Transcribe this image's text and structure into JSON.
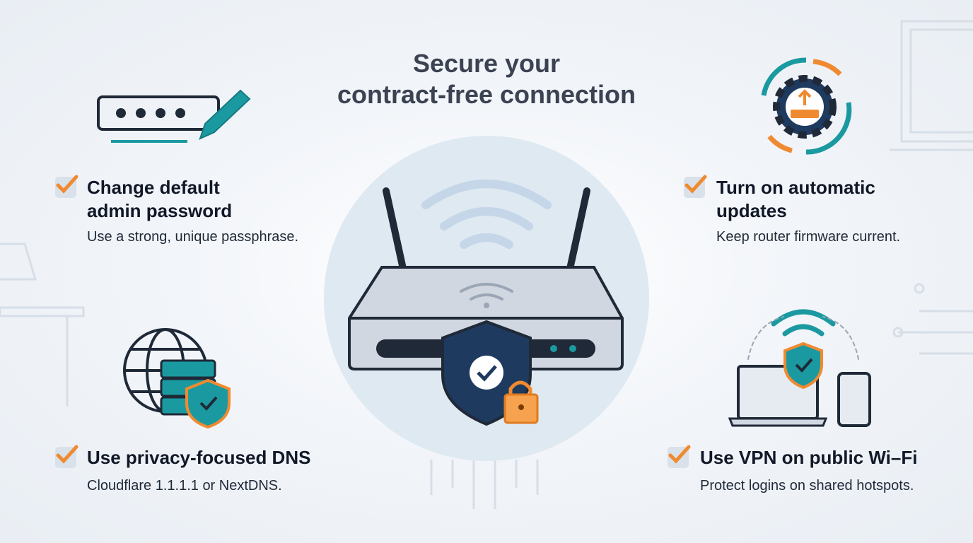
{
  "title": {
    "line1": "Secure your",
    "line2": "contract-free connection"
  },
  "items": [
    {
      "title_line1": "Change default",
      "title_line2": "admin password",
      "desc": "Use a strong, unique passphrase.",
      "icon": "password-pencil-icon"
    },
    {
      "title_line1": "Turn on automatic",
      "title_line2": "updates",
      "desc": "Keep router firmware current.",
      "icon": "gear-update-icon"
    },
    {
      "title_line1": "Use privacy-focused DNS",
      "desc": "Cloudflare 1.1.1.1 or NextDNS.",
      "icon": "globe-server-shield-icon"
    },
    {
      "title_line1": "Use VPN on public Wi–Fi",
      "desc": "Protect logins on shared hotspots.",
      "icon": "devices-vpn-icon"
    }
  ],
  "colors": {
    "accent_orange": "#f08a30",
    "teal": "#1a9aa0",
    "navy": "#1e3a5f",
    "text": "#111827"
  }
}
